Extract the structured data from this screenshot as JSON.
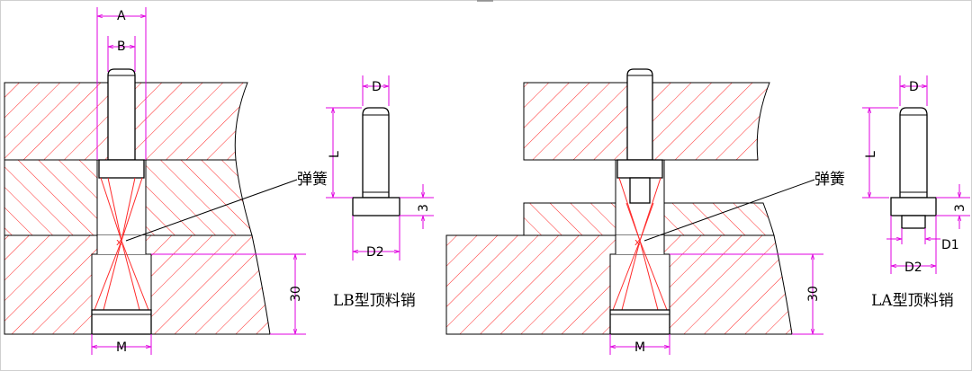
{
  "colors": {
    "hatch": "#ff2a2a",
    "dimension": "#e000e0",
    "outline": "#000000",
    "frame": "#cfcfcf"
  },
  "left_assembly": {
    "labels": {
      "A": "A",
      "B": "B",
      "M": "M",
      "height": "30",
      "spring": "弹簧"
    }
  },
  "lb_pin": {
    "labels": {
      "D": "D",
      "L": "L",
      "flange": "3",
      "D2": "D2"
    },
    "caption": "LB型顶料销"
  },
  "right_assembly": {
    "labels": {
      "M": "M",
      "height": "30",
      "spring": "弹簧"
    }
  },
  "la_pin": {
    "labels": {
      "D": "D",
      "L": "L",
      "flange": "3",
      "D1": "D1",
      "D2": "D2"
    },
    "caption": "LA型顶料销"
  }
}
